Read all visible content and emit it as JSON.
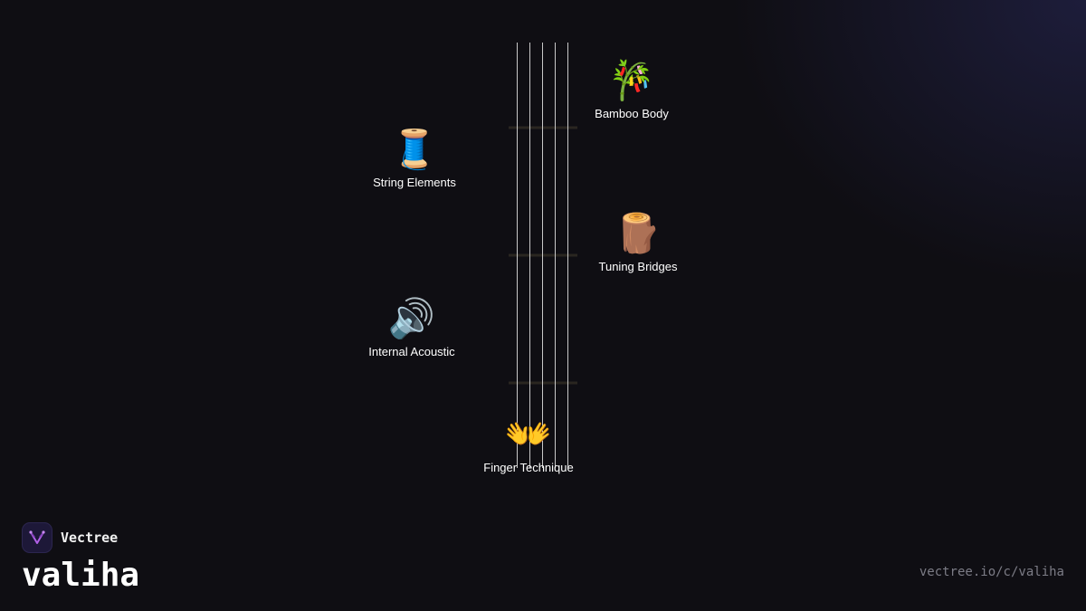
{
  "diagram": {
    "nodes": [
      {
        "id": "bamboo-body",
        "icon": "🎋",
        "label": "Bamboo Body"
      },
      {
        "id": "string-elements",
        "icon": "🧵",
        "label": "String Elements"
      },
      {
        "id": "tuning-bridges",
        "icon": "🪵",
        "label": "Tuning Bridges"
      },
      {
        "id": "internal-acoustic",
        "icon": "🔊",
        "label": "Internal Acoustic"
      },
      {
        "id": "finger-technique",
        "icon": "👐",
        "label": "Finger Technique"
      }
    ]
  },
  "branding": {
    "name": "Vectree",
    "title": "valiha",
    "url": "vectree.io/c/valiha"
  },
  "colors": {
    "background": "#0f0e13",
    "string": "#c9c9c9",
    "fret": "#2a2620",
    "logo_accent": "#b160e8"
  }
}
